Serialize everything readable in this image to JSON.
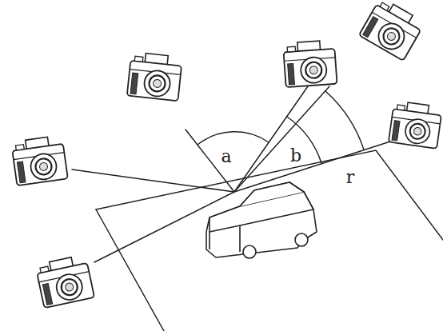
{
  "diagram": {
    "labels": [
      "a",
      "b",
      "r"
    ]
  }
}
